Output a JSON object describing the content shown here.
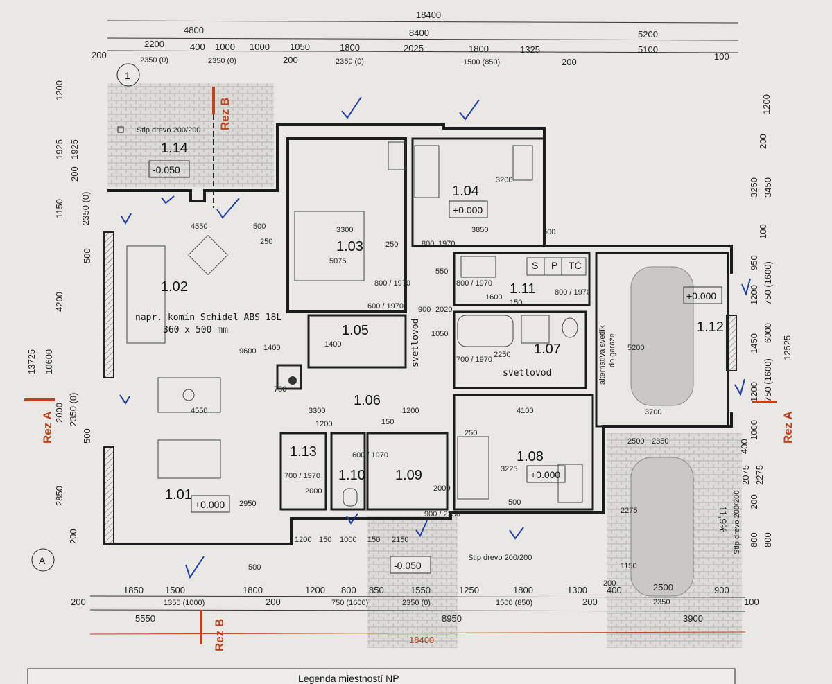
{
  "drawing": {
    "grid_axes": [
      "1",
      "A"
    ],
    "section_marks": [
      "Rez A",
      "Rez B"
    ],
    "paper_color": "#e9e8e4",
    "accent_red": "#c2401b",
    "check_blue": "#1d3ca8"
  },
  "top_dims": {
    "overall": "18400",
    "row2": [
      "4800",
      "8400",
      "5200"
    ],
    "row3": [
      "200",
      "2200",
      "400",
      "1000",
      "1000",
      "1050",
      "1800",
      "2025",
      "1800",
      "1325",
      "5100",
      "100"
    ],
    "openings": [
      "2350 (0)",
      "2350 (0)",
      "200",
      "2350 (0)",
      "1500 (850)",
      "200"
    ]
  },
  "bottom_dims": {
    "row1": [
      "200",
      "1850",
      "1500",
      "1800",
      "200",
      "1200",
      "800",
      "850",
      "1550",
      "1250",
      "1800",
      "1300",
      "200",
      "400",
      "2500",
      "900",
      "100"
    ],
    "openings": [
      "1350 (1000)",
      "750 (1600)",
      "2350 (0)",
      "1500 (850)",
      "2350"
    ],
    "row2": [
      "5550",
      "8950",
      "3900"
    ],
    "overall": "18400"
  },
  "left_dims": [
    "1200",
    "1925",
    "1925",
    "1150",
    "200",
    "2350 (0)",
    "500",
    "4200",
    "13725",
    "10600",
    "2000",
    "2350 (0)",
    "500",
    "2850",
    "200"
  ],
  "right_dims": [
    "1200",
    "200",
    "3250",
    "3450",
    "100",
    "950",
    "1200",
    "750 (1600)",
    "1450",
    "6000",
    "12525",
    "1200",
    "750 (1600)",
    "1000",
    "400",
    "2075",
    "2275",
    "200",
    "800",
    "800"
  ],
  "rooms": [
    {
      "id": "1.01",
      "level": "+0.000"
    },
    {
      "id": "1.02"
    },
    {
      "id": "1.03"
    },
    {
      "id": "1.04",
      "level": "+0.000"
    },
    {
      "id": "1.05"
    },
    {
      "id": "1.06"
    },
    {
      "id": "1.07"
    },
    {
      "id": "1.08",
      "level": "+0.000"
    },
    {
      "id": "1.09"
    },
    {
      "id": "1.10"
    },
    {
      "id": "1.11"
    },
    {
      "id": "1.12",
      "level": "+0.000"
    },
    {
      "id": "1.13"
    },
    {
      "id": "1.14",
      "level": "-0.050"
    }
  ],
  "terrace_level": "-0.050",
  "notes": {
    "post_top": "Stlp drevo 200/200",
    "post_bottom": "Stlp drevo 200/200",
    "post_right": "Stlp drevo 200/200",
    "chimney_1": "napr. komín Schidel ABS 18L",
    "chimney_2": "360 x 500 mm",
    "skylight_hall": "svetlovod",
    "skylight_bath": "svetlovod",
    "garage_alt_1": "alternatíva svetlík",
    "garage_alt_2": "do garáže",
    "utility": [
      "S",
      "P",
      "TČ"
    ],
    "slope": "11,9%"
  },
  "inner_dims": [
    "4550",
    "500",
    "250",
    "3300",
    "5075",
    "250",
    "3850",
    "3200",
    "500",
    "800",
    "1970",
    "550",
    "900",
    "2020",
    "1600",
    "150",
    "800 / 1970",
    "800 / 1970",
    "800 / 1970",
    "600 / 1970",
    "1400",
    "1050",
    "2250",
    "700 / 1970",
    "5200",
    "9600",
    "1400",
    "750",
    "4550",
    "3300",
    "1200",
    "150",
    "4100",
    "3700",
    "2500",
    "2350",
    "2950",
    "1200",
    "700 / 1970",
    "2000",
    "600 / 1970",
    "2000",
    "900 / 2250",
    "3225",
    "500",
    "250",
    "1200",
    "150",
    "1000",
    "150",
    "2150",
    "500",
    "2275",
    "1150",
    "200"
  ],
  "footer_title": "Legenda miestností NP"
}
